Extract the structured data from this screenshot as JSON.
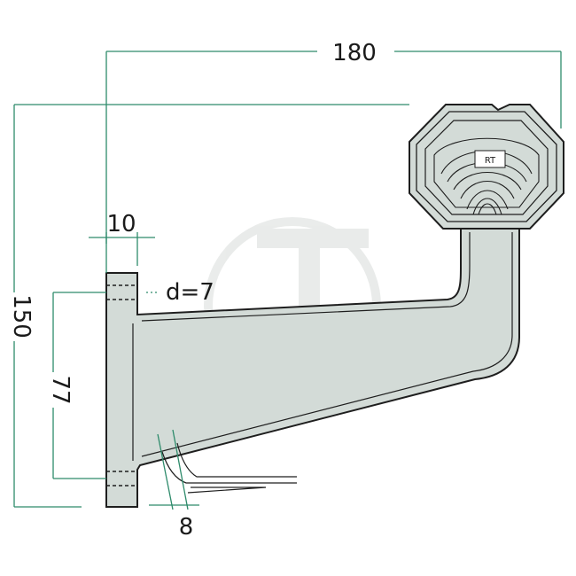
{
  "drawing": {
    "subject": "side marker lamp bracket",
    "lamp_label": "RT",
    "dimensions": {
      "overall_width": "180",
      "overall_height": "150",
      "mount_thickness": "10",
      "hole_spacing": "77",
      "hole_diameter": "d=7",
      "arm_thickness": "8"
    }
  },
  "colors": {
    "body_fill": "#d3dbd7",
    "outline": "#1e1e1e",
    "dimension_line": "#2e8b6b",
    "watermark": "#c9cfcc"
  }
}
